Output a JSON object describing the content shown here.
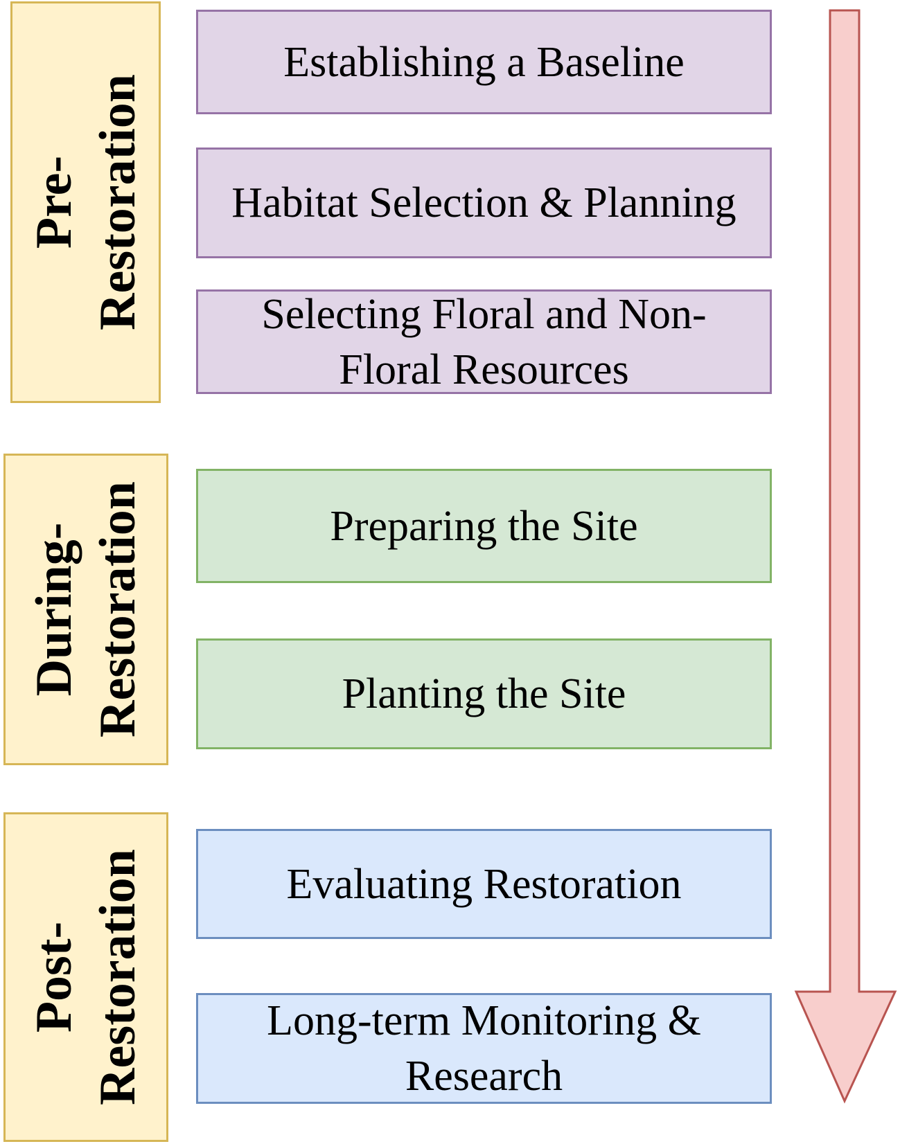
{
  "phases": [
    {
      "line1": "Pre-",
      "line2": "Restoration",
      "fill": "#fff2cc",
      "stroke": "#d6b656"
    },
    {
      "line1": "During-",
      "line2": "Restoration",
      "fill": "#fff2cc",
      "stroke": "#d6b656"
    },
    {
      "line1": "Post-",
      "line2": "Restoration",
      "fill": "#fff2cc",
      "stroke": "#d6b656"
    }
  ],
  "steps": [
    {
      "label": "Establishing a Baseline",
      "phase": "Pre-Restoration",
      "fill": "#e1d5e7",
      "stroke": "#9673a6"
    },
    {
      "label": "Habitat Selection & Planning",
      "phase": "Pre-Restoration",
      "fill": "#e1d5e7",
      "stroke": "#9673a6"
    },
    {
      "label": "Selecting Floral and Non-Floral Resources",
      "phase": "Pre-Restoration",
      "fill": "#e1d5e7",
      "stroke": "#9673a6"
    },
    {
      "label": "Preparing the Site",
      "phase": "During-Restoration",
      "fill": "#d5e8d4",
      "stroke": "#82b366"
    },
    {
      "label": "Planting the Site",
      "phase": "During-Restoration",
      "fill": "#d5e8d4",
      "stroke": "#82b366"
    },
    {
      "label": "Evaluating Restoration",
      "phase": "Post-Restoration",
      "fill": "#dae8fc",
      "stroke": "#6c8ebf"
    },
    {
      "label": "Long-term Monitoring & Research",
      "phase": "Post-Restoration",
      "fill": "#dae8fc",
      "stroke": "#6c8ebf"
    }
  ],
  "flow_arrow": {
    "direction": "down",
    "fill": "#f8cecc",
    "stroke": "#b85450"
  }
}
